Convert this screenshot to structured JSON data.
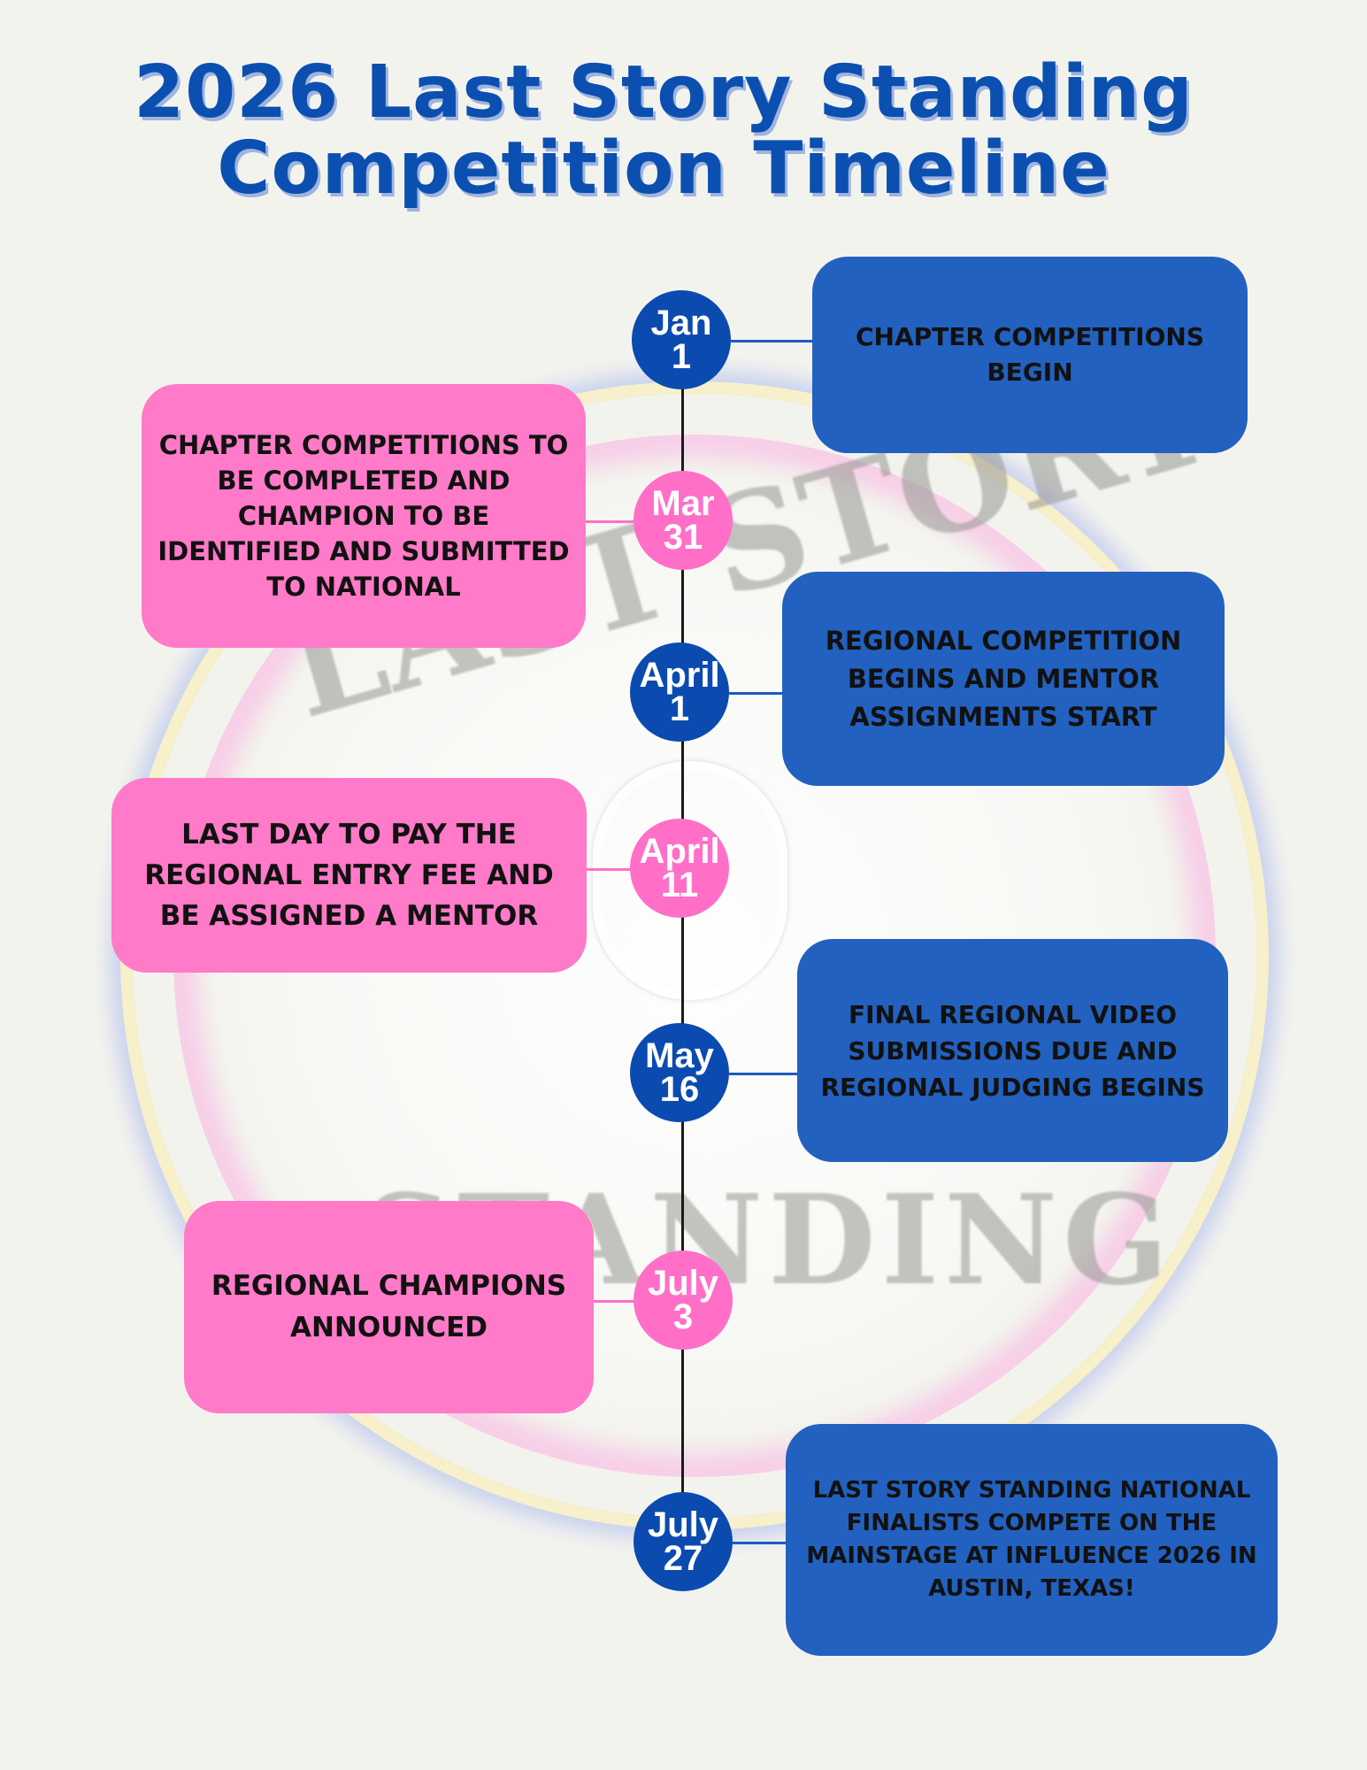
{
  "title": {
    "line1": "2026 Last Story Standing",
    "line2": "Competition Timeline"
  },
  "watermark": {
    "top_text": "LAST STORY",
    "bottom_text": "STANDING"
  },
  "colors": {
    "title": "#0b4fb0",
    "blue": "#0b4bb0",
    "blue_box": "#2261bf",
    "pink": "#ff6fc8",
    "background": "#f3f3ee"
  },
  "events": [
    {
      "date_line1": "Jan",
      "date_line2": "1",
      "color": "blue",
      "text": "CHAPTER COMPETITIONS BEGIN"
    },
    {
      "date_line1": "Mar",
      "date_line2": "31",
      "color": "pink",
      "text": "CHAPTER COMPETITIONS TO BE COMPLETED AND CHAMPION TO BE IDENTIFIED AND SUBMITTED TO NATIONAL"
    },
    {
      "date_line1": "April",
      "date_line2": "1",
      "color": "blue",
      "text": "REGIONAL COMPETITION BEGINS AND MENTOR ASSIGNMENTS START"
    },
    {
      "date_line1": "April",
      "date_line2": "11",
      "color": "pink",
      "text": "LAST DAY TO PAY THE REGIONAL ENTRY FEE AND BE ASSIGNED A MENTOR"
    },
    {
      "date_line1": "May",
      "date_line2": "16",
      "color": "blue",
      "text": "FINAL REGIONAL VIDEO SUBMISSIONS DUE AND REGIONAL JUDGING BEGINS"
    },
    {
      "date_line1": "July",
      "date_line2": "3",
      "color": "pink",
      "text": "REGIONAL CHAMPIONS ANNOUNCED"
    },
    {
      "date_line1": "July",
      "date_line2": "27",
      "color": "blue",
      "text": "LAST STORY STANDING NATIONAL FINALISTS COMPETE ON THE MAINSTAGE AT INFLUENCE 2026 IN AUSTIN, TEXAS!"
    }
  ]
}
